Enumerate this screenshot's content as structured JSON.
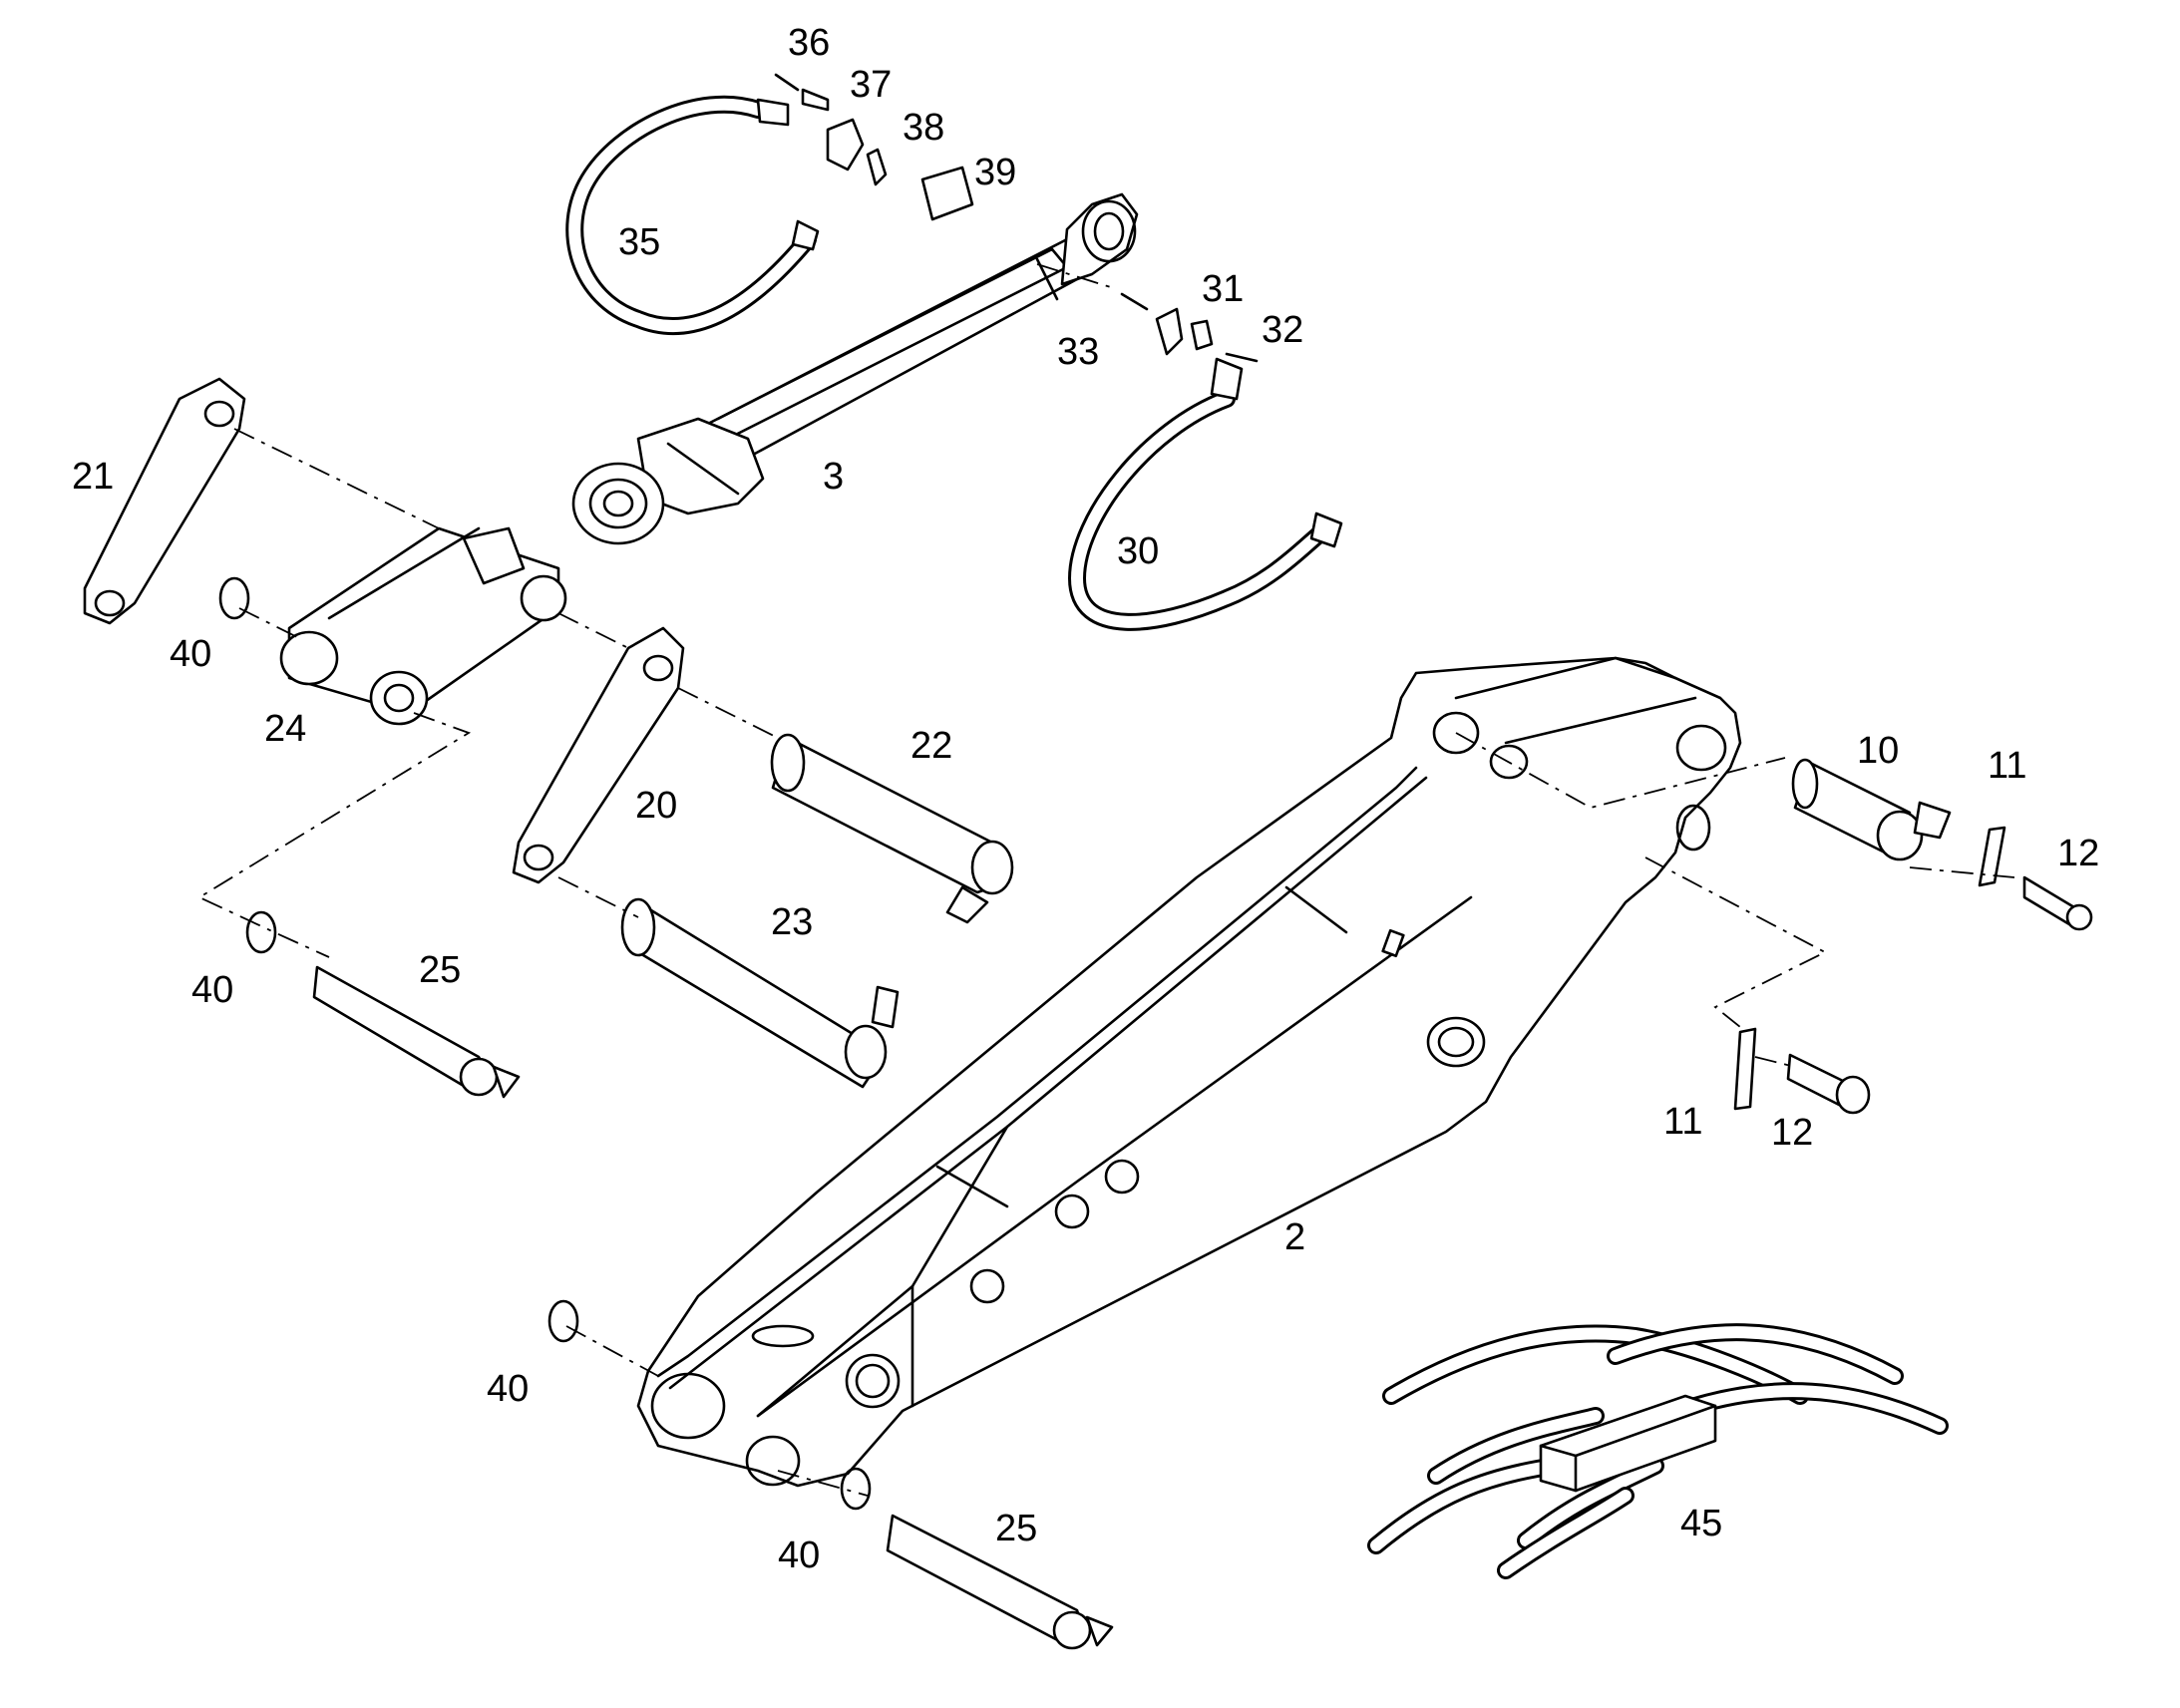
{
  "labels": {
    "l36": "36",
    "l37": "37",
    "l38": "38",
    "l39": "39",
    "l35": "35",
    "l31": "31",
    "l32": "32",
    "l33": "33",
    "l3": "3",
    "l30": "30",
    "l21": "21",
    "l40a": "40",
    "l24": "24",
    "l22": "22",
    "l20": "20",
    "l23": "23",
    "l40b": "40",
    "l25a": "25",
    "l10": "10",
    "l11a": "11",
    "l12a": "12",
    "l11b": "11",
    "l12b": "12",
    "l2": "2",
    "l40c": "40",
    "l40d": "40",
    "l25b": "25",
    "l45": "45"
  }
}
